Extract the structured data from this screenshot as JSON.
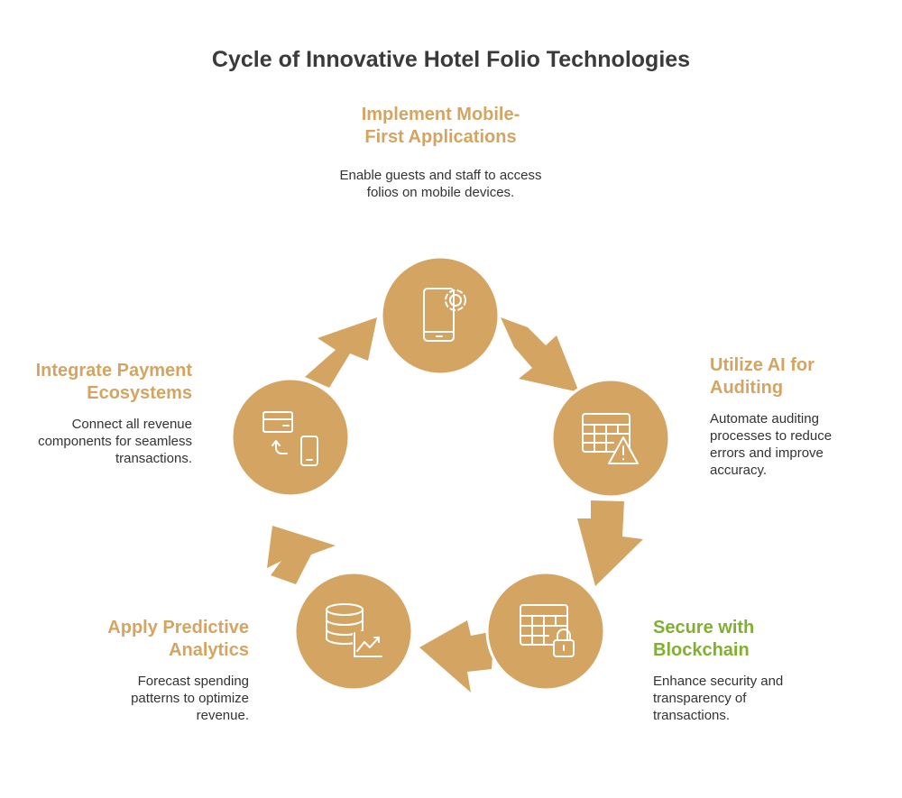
{
  "title": "Cycle of Innovative Hotel Folio Technologies",
  "colors": {
    "circle_fill": "#D4A562",
    "arrow_fill": "#D4A562",
    "heading_tan": "#D4A562",
    "heading_green": "#7FB12E",
    "icon_stroke": "#FFFFFF",
    "text": "#333333"
  },
  "steps": [
    {
      "icon": "mobile-gear-icon",
      "heading": "Implement Mobile-\nFirst Applications",
      "description": "Enable guests and staff to access folios on mobile devices."
    },
    {
      "icon": "table-warning-icon",
      "heading": "Utilize AI for Auditing",
      "description": "Automate auditing processes to reduce errors and improve accuracy."
    },
    {
      "icon": "table-lock-icon",
      "heading": "Secure with Blockchain",
      "description": "Enhance security and transparency of transactions."
    },
    {
      "icon": "database-chart-icon",
      "heading": "Apply Predictive Analytics",
      "description": "Forecast spending patterns to optimize revenue."
    },
    {
      "icon": "card-phone-transfer-icon",
      "heading": "Integrate Payment Ecosystems",
      "description": "Connect all revenue components for seamless transactions."
    }
  ]
}
